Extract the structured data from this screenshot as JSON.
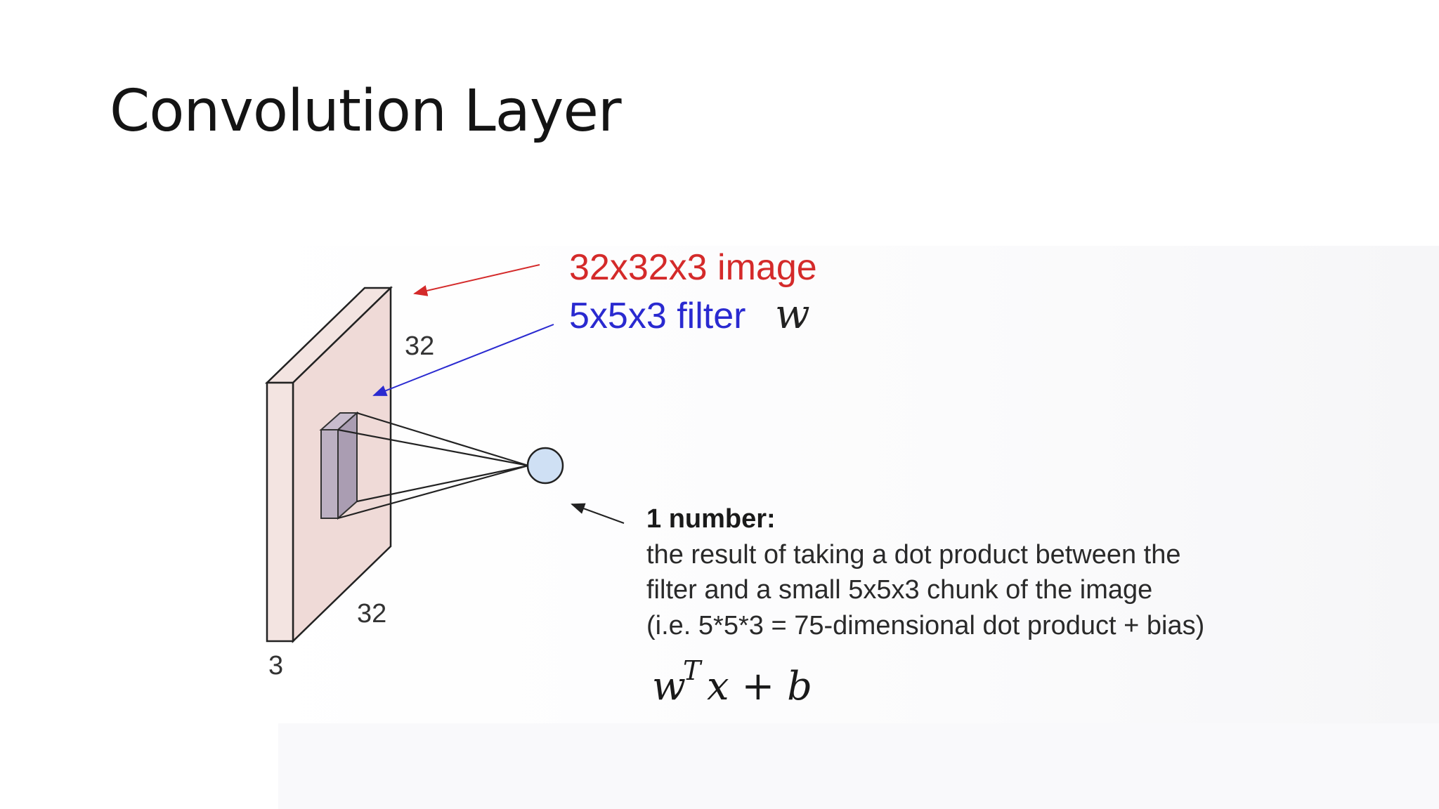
{
  "slide": {
    "title": "Convolution Layer"
  },
  "diagram": {
    "image_label": "32x32x3 image",
    "filter_label": "5x5x3 filter",
    "filter_symbol": "w",
    "dim_height": "32",
    "dim_width": "32",
    "dim_depth": "3",
    "output_heading": "1 number:",
    "output_lines": [
      "the result of taking a dot product between the",
      "filter and a small 5x5x3 chunk of the image",
      "(i.e. 5*5*3 = 75-dimensional dot product + bias)"
    ],
    "formula": {
      "w": "w",
      "sup": "T",
      "rest": "x + b"
    }
  },
  "colors": {
    "image_label": "#d42a2a",
    "filter_label": "#2a2ad0",
    "volume_fill": "#f0dcda",
    "filter_fill": "#b8acc0",
    "neuron_fill": "#cfe0f4"
  }
}
